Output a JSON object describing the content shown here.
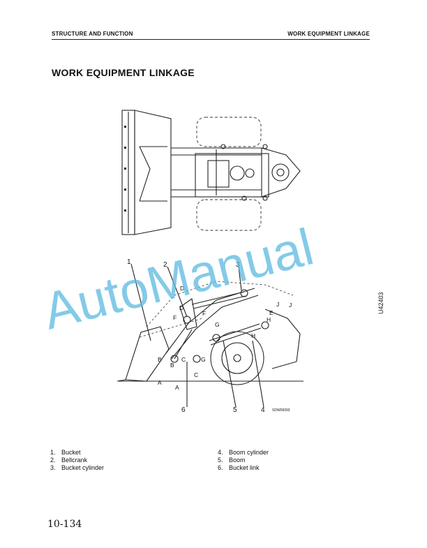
{
  "header": {
    "left": "STRUCTURE AND FUNCTION",
    "right": "WORK EQUIPMENT LINKAGE"
  },
  "title": "WORK EQUIPMENT LINKAGE",
  "figure": {
    "id": "U42403",
    "drawing_no": "SDW06093",
    "part_callouts": [
      "1",
      "2",
      "3",
      "4",
      "5",
      "6"
    ],
    "dimension_letters": [
      "A",
      "B",
      "C",
      "D",
      "E",
      "F",
      "G",
      "H",
      "J"
    ]
  },
  "watermark": "AutoManual",
  "legend_left": [
    {
      "num": "1.",
      "label": "Bucket"
    },
    {
      "num": "2.",
      "label": "Bellcrank"
    },
    {
      "num": "3.",
      "label": "Bucket cylinder"
    }
  ],
  "legend_right": [
    {
      "num": "4.",
      "label": "Boom cylinder"
    },
    {
      "num": "5.",
      "label": "Boom"
    },
    {
      "num": "6.",
      "label": "Bucket link"
    }
  ],
  "page_number": "10-134",
  "colors": {
    "watermark": "#5bb8e0",
    "ink": "#111111"
  }
}
